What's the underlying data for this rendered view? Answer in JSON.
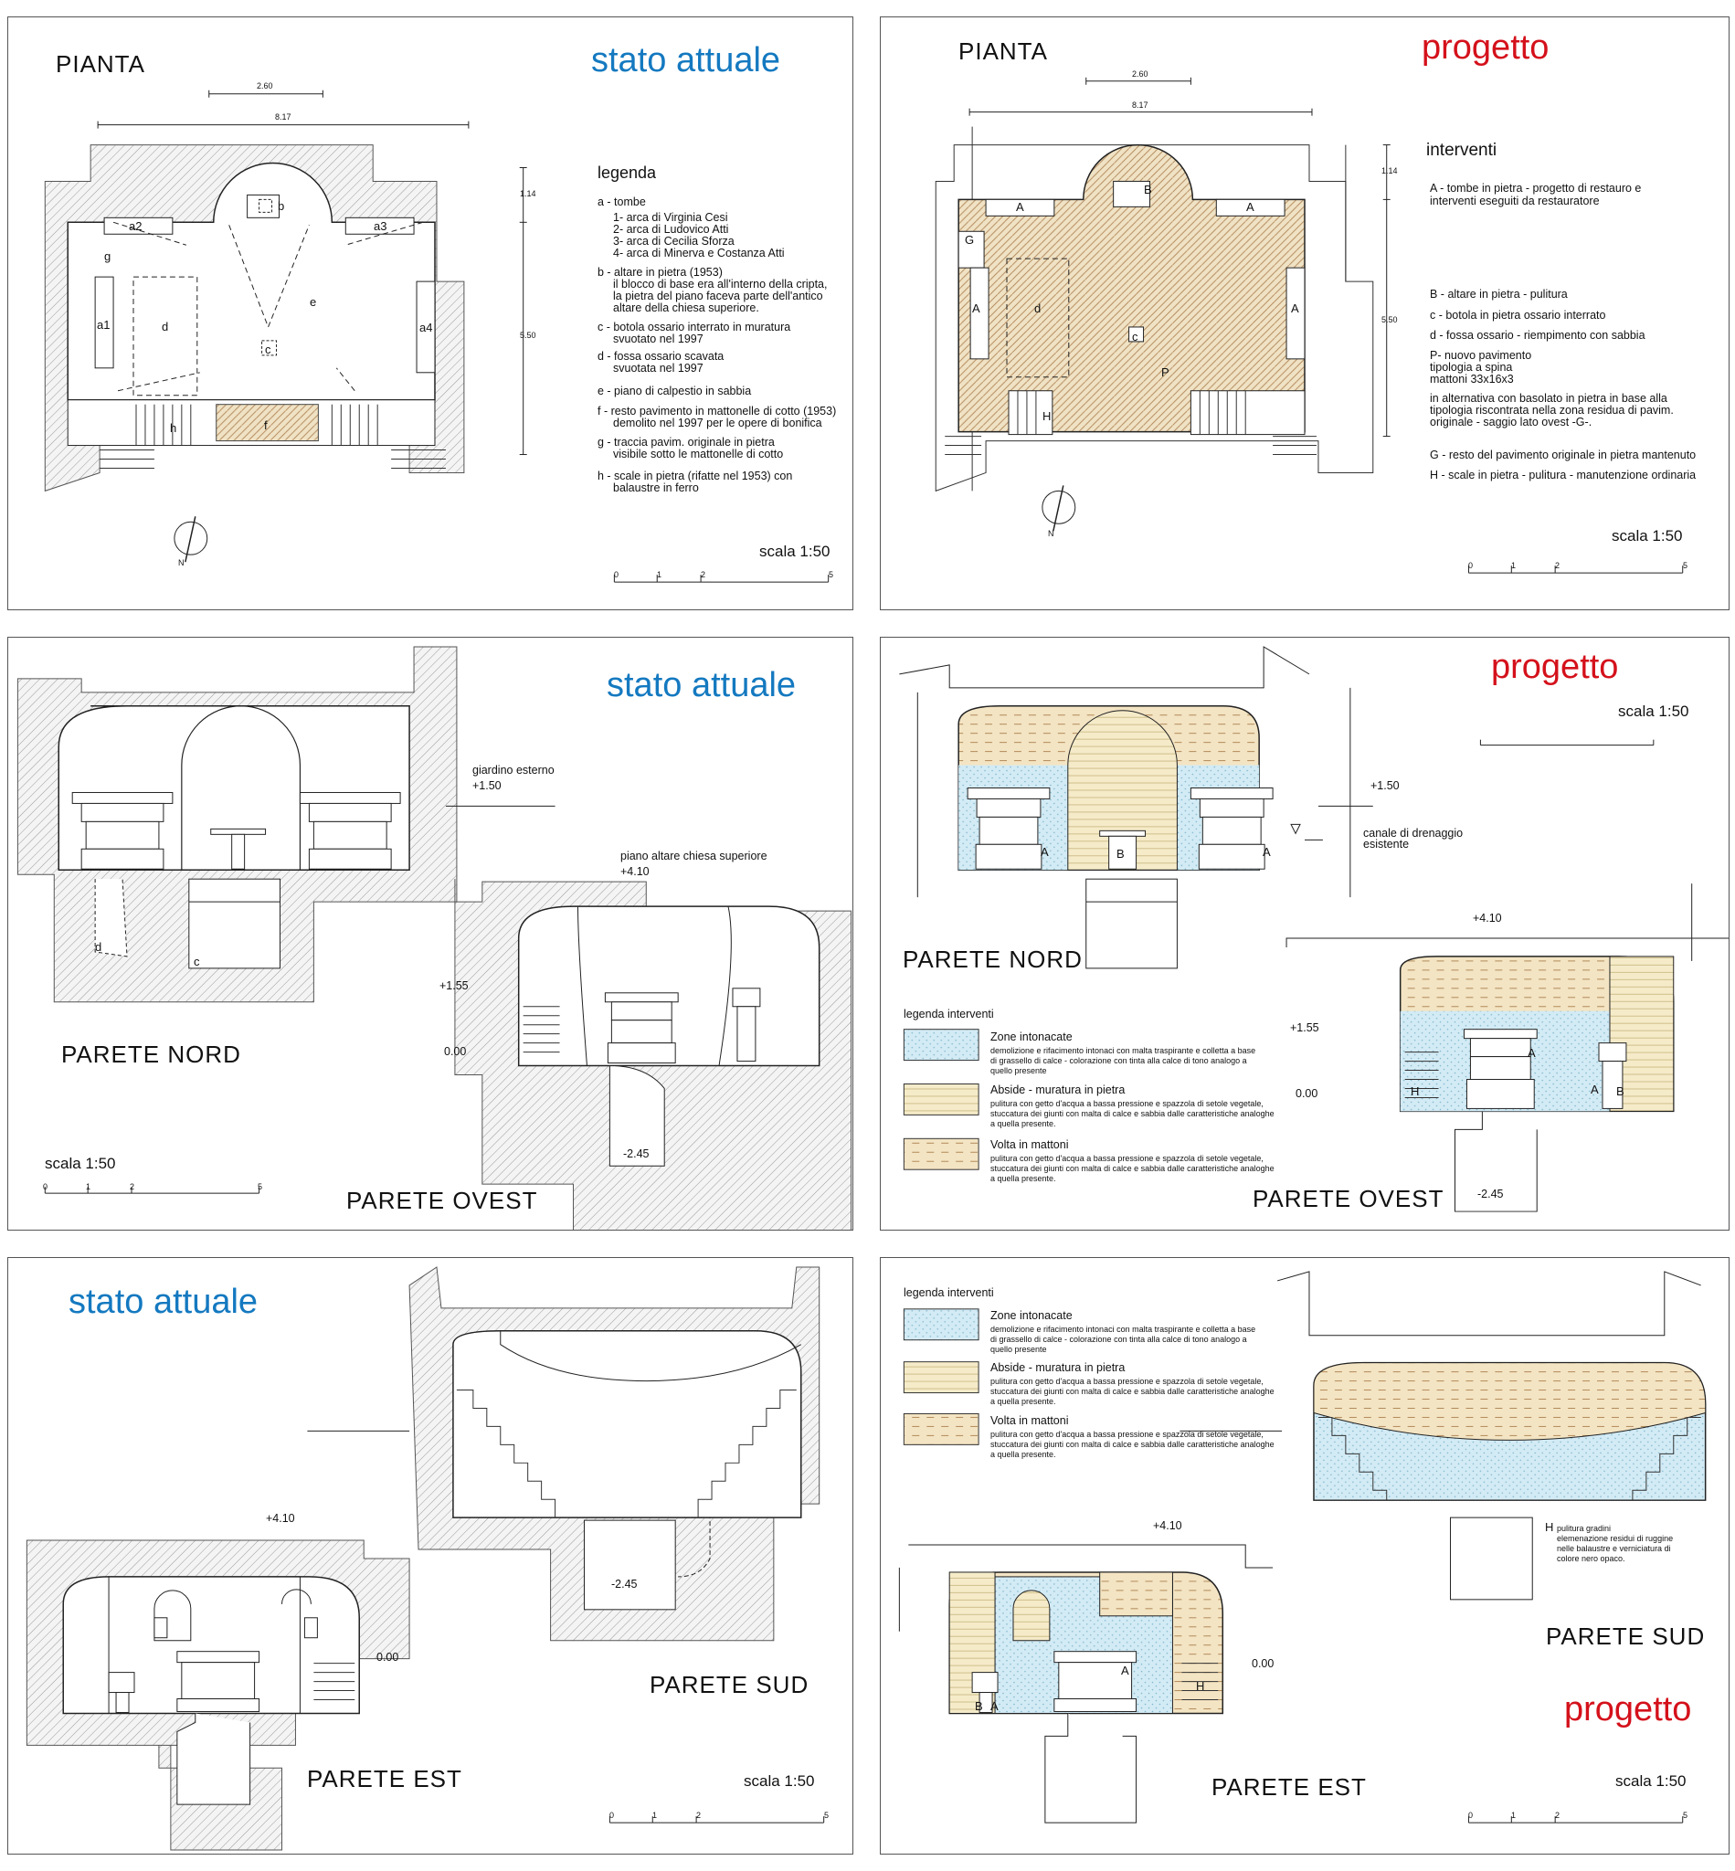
{
  "colors": {
    "stato": "#1479c0",
    "progetto": "#d4111b",
    "hatch": "#9a9a9a",
    "plaster": "#cfe8f3",
    "stone": "#f4e9c8",
    "brick": "#f1e1c0"
  },
  "panel1": {
    "pianta": "PIANTA",
    "state": "stato attuale",
    "dim_top": "2.60",
    "dim_wide": "8.17",
    "dim_a": "1.14",
    "dim_b": "5.50",
    "rooms": {
      "a1": "a1",
      "a2": "a2",
      "a3": "a3",
      "a4": "a4",
      "b": "b",
      "c": "c",
      "d": "d",
      "e": "e",
      "f": "f",
      "g": "g",
      "h": "h"
    },
    "north": "N",
    "legend_title": "legenda",
    "legend": [
      "a - tombe",
      "    1- arca di Virginia Cesi",
      "    2- arca di Ludovico Atti",
      "    3- arca di  Cecilia Sforza",
      "    4- arca di Minerva e Costanza Atti",
      "b - altare in pietra (1953)",
      "    il blocco di base era all'interno della cripta,",
      "    la pietra del piano faceva parte dell'antico",
      "    altare della chiesa superiore.",
      "c - botola ossario interrato in muratura",
      "    svuotato nel 1997",
      "d - fossa ossario scavata",
      "    svuotata nel 1997",
      "e - piano di calpestio in sabbia",
      "f - resto pavimento in mattonelle di cotto (1953)",
      "    demolito nel 1997 per le opere di bonifica",
      "g - traccia pavim. originale in pietra",
      "    visibile sotto le mattonelle di cotto",
      "h - scale in pietra (rifatte nel 1953) con",
      "    balaustre in ferro"
    ],
    "scale": "scala 1:50",
    "ticks": [
      "0",
      "1",
      "2",
      "5"
    ]
  },
  "panel2": {
    "pianta": "PIANTA",
    "state": "progetto",
    "dim_top": "2.60",
    "dim_wide": "8.17",
    "dim_a": "1.14",
    "dim_b": "5.50",
    "title": "interventi",
    "rooms": {
      "A": "A",
      "B": "B",
      "G": "G",
      "d": "d",
      "c": "c",
      "P": "P",
      "H": "H"
    },
    "north": "N",
    "items1": [
      "A - tombe in pietra - progetto di restauro e",
      "interventi eseguiti da restauratore"
    ],
    "items2": [
      "B - altare in pietra - pulitura",
      "c - botola in pietra ossario interrato",
      "d - fossa ossario - riempimento con sabbia",
      "P- nuovo pavimento",
      "      tipologia a spina",
      "      mattoni 33x16x3",
      "      in alternativa con basolato in pietra in base alla",
      "      tipologia riscontrata nella zona residua di pavim.",
      "      originale - saggio lato ovest -G-.",
      "G - resto del pavimento originale in pietra mantenuto",
      "H - scale in pietra - pulitura - manutenzione ordinaria"
    ],
    "scale": "scala 1:50",
    "ticks": [
      "0",
      "1",
      "2",
      "5"
    ]
  },
  "panel3": {
    "state": "stato attuale",
    "giardino": "giardino esterno",
    "giardino_lvl": "+1.50",
    "altare": "piano altare chiesa superiore",
    "altare_lvl": "+4.10",
    "lvl_155": "+1.55",
    "lvl_000": "0.00",
    "lvl_245": "-2.45",
    "d": "d",
    "c": "c",
    "nord": "PARETE  NORD",
    "ovest": "PARETE  OVEST",
    "scale": "scala 1:50",
    "ticks": [
      "0",
      "1",
      "2",
      "5"
    ]
  },
  "panel4": {
    "state": "progetto",
    "scale": "scala 1:50",
    "lvl_150": "+1.50",
    "canale": [
      "canale di drenaggio",
      "esistente"
    ],
    "A": "A",
    "B": "B",
    "H": "H",
    "nord": "PARETE  NORD",
    "lvl_410": "+4.10",
    "lvl_155": "+1.55",
    "lvl_000": "0.00",
    "lvl_245": "-2.45",
    "ovest": "PARETE  OVEST",
    "legend_title": "legenda interventi",
    "legend": [
      {
        "name": "Zone intonacate",
        "desc": [
          "demolizione e rifacimento intonaci con malta traspirante e colletta a base",
          "di grassello di calce - colorazione con tinta alla calce di tono analogo a",
          "quello presente"
        ]
      },
      {
        "name": "Abside - muratura in pietra",
        "desc": [
          "pulitura con getto d'acqua a bassa pressione e spazzola di setole vegetale,",
          "stuccatura dei giunti con malta di calce  e sabbia dalle caratteristiche analoghe",
          "a quella presente."
        ]
      },
      {
        "name": "Volta in mattoni",
        "desc": [
          "pulitura con getto d'acqua a bassa pressione e spazzola di setole vegetale,",
          "stuccatura dei giunti con malta di calce  e sabbia dalle caratteristiche analoghe",
          "a quella presente."
        ]
      }
    ],
    "ticks": []
  },
  "panel5": {
    "state": "stato attuale",
    "lvl_410": "+4.10",
    "lvl_245": "-2.45",
    "lvl_000": "0.00",
    "sud": "PARETE  SUD",
    "est": "PARETE  EST",
    "scale": "scala 1:50",
    "ticks": [
      "0",
      "1",
      "2",
      "5"
    ]
  },
  "panel6": {
    "legend_title": "legenda interventi",
    "legend": [
      {
        "name": "Zone intonacate",
        "desc": [
          "demolizione e rifacimento intonaci con malta traspirante e colletta a base",
          "di grassello di calce - colorazione con tinta alla calce di tono analogo a",
          "quello presente"
        ]
      },
      {
        "name": "Abside - muratura in pietra",
        "desc": [
          "pulitura con getto d'acqua a bassa pressione e spazzola di setole vegetale,",
          "stuccatura dei giunti con malta di calce  e sabbia dalle caratteristiche analoghe",
          "a quella presente."
        ]
      },
      {
        "name": "Volta in mattoni",
        "desc": [
          "pulitura con getto d'acqua a bassa pressione e spazzola di setole vegetale,",
          "stuccatura dei giunti con malta di calce  e sabbia dalle caratteristiche analoghe",
          "a quella presente."
        ]
      }
    ],
    "H": "H",
    "h_note": [
      "pulitura gradini",
      "elemenazione residui di ruggine",
      "nelle balaustre e verniciatura di",
      "colore nero opaco."
    ],
    "lvl_410": "+4.10",
    "lvl_000": "0.00",
    "A": "A",
    "B": "B",
    "sud": "PARETE  SUD",
    "state": "progetto",
    "est": "PARETE  EST",
    "scale": "scala 1:50",
    "ticks": [
      "0",
      "1",
      "2",
      "5"
    ]
  }
}
